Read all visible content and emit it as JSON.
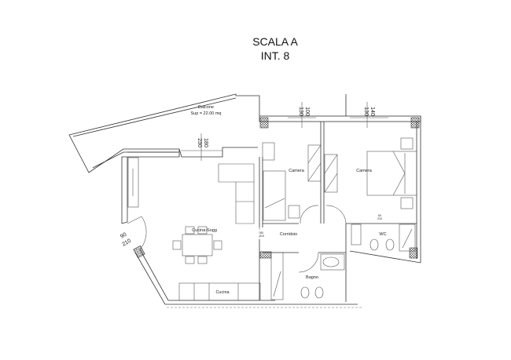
{
  "title": {
    "line1": "SCALA A",
    "line2": "INT. 8"
  },
  "rooms": {
    "balcone": "Balcone",
    "balcone_area": "Sup = 22.00 mq",
    "camera_1": "Camera",
    "camera_2": "Camera",
    "cucina_sogg": "Cucina-Sogg",
    "corridoio": "Corridoio",
    "wc": "WC",
    "bagno": "Bagno",
    "cucina": "Cucina"
  },
  "dimensions": {
    "living_window_a": "230",
    "living_window_b": "180",
    "camera1_window_a": "130",
    "camera1_window_b": "100",
    "camera2_window_a": "130",
    "camera2_window_b": "140",
    "entry_door_w": "90",
    "entry_door_h": "210",
    "corridor_door_w": "80",
    "corridor_door_h": "210",
    "wc_door_w": "60",
    "wc_door_h": "210"
  }
}
